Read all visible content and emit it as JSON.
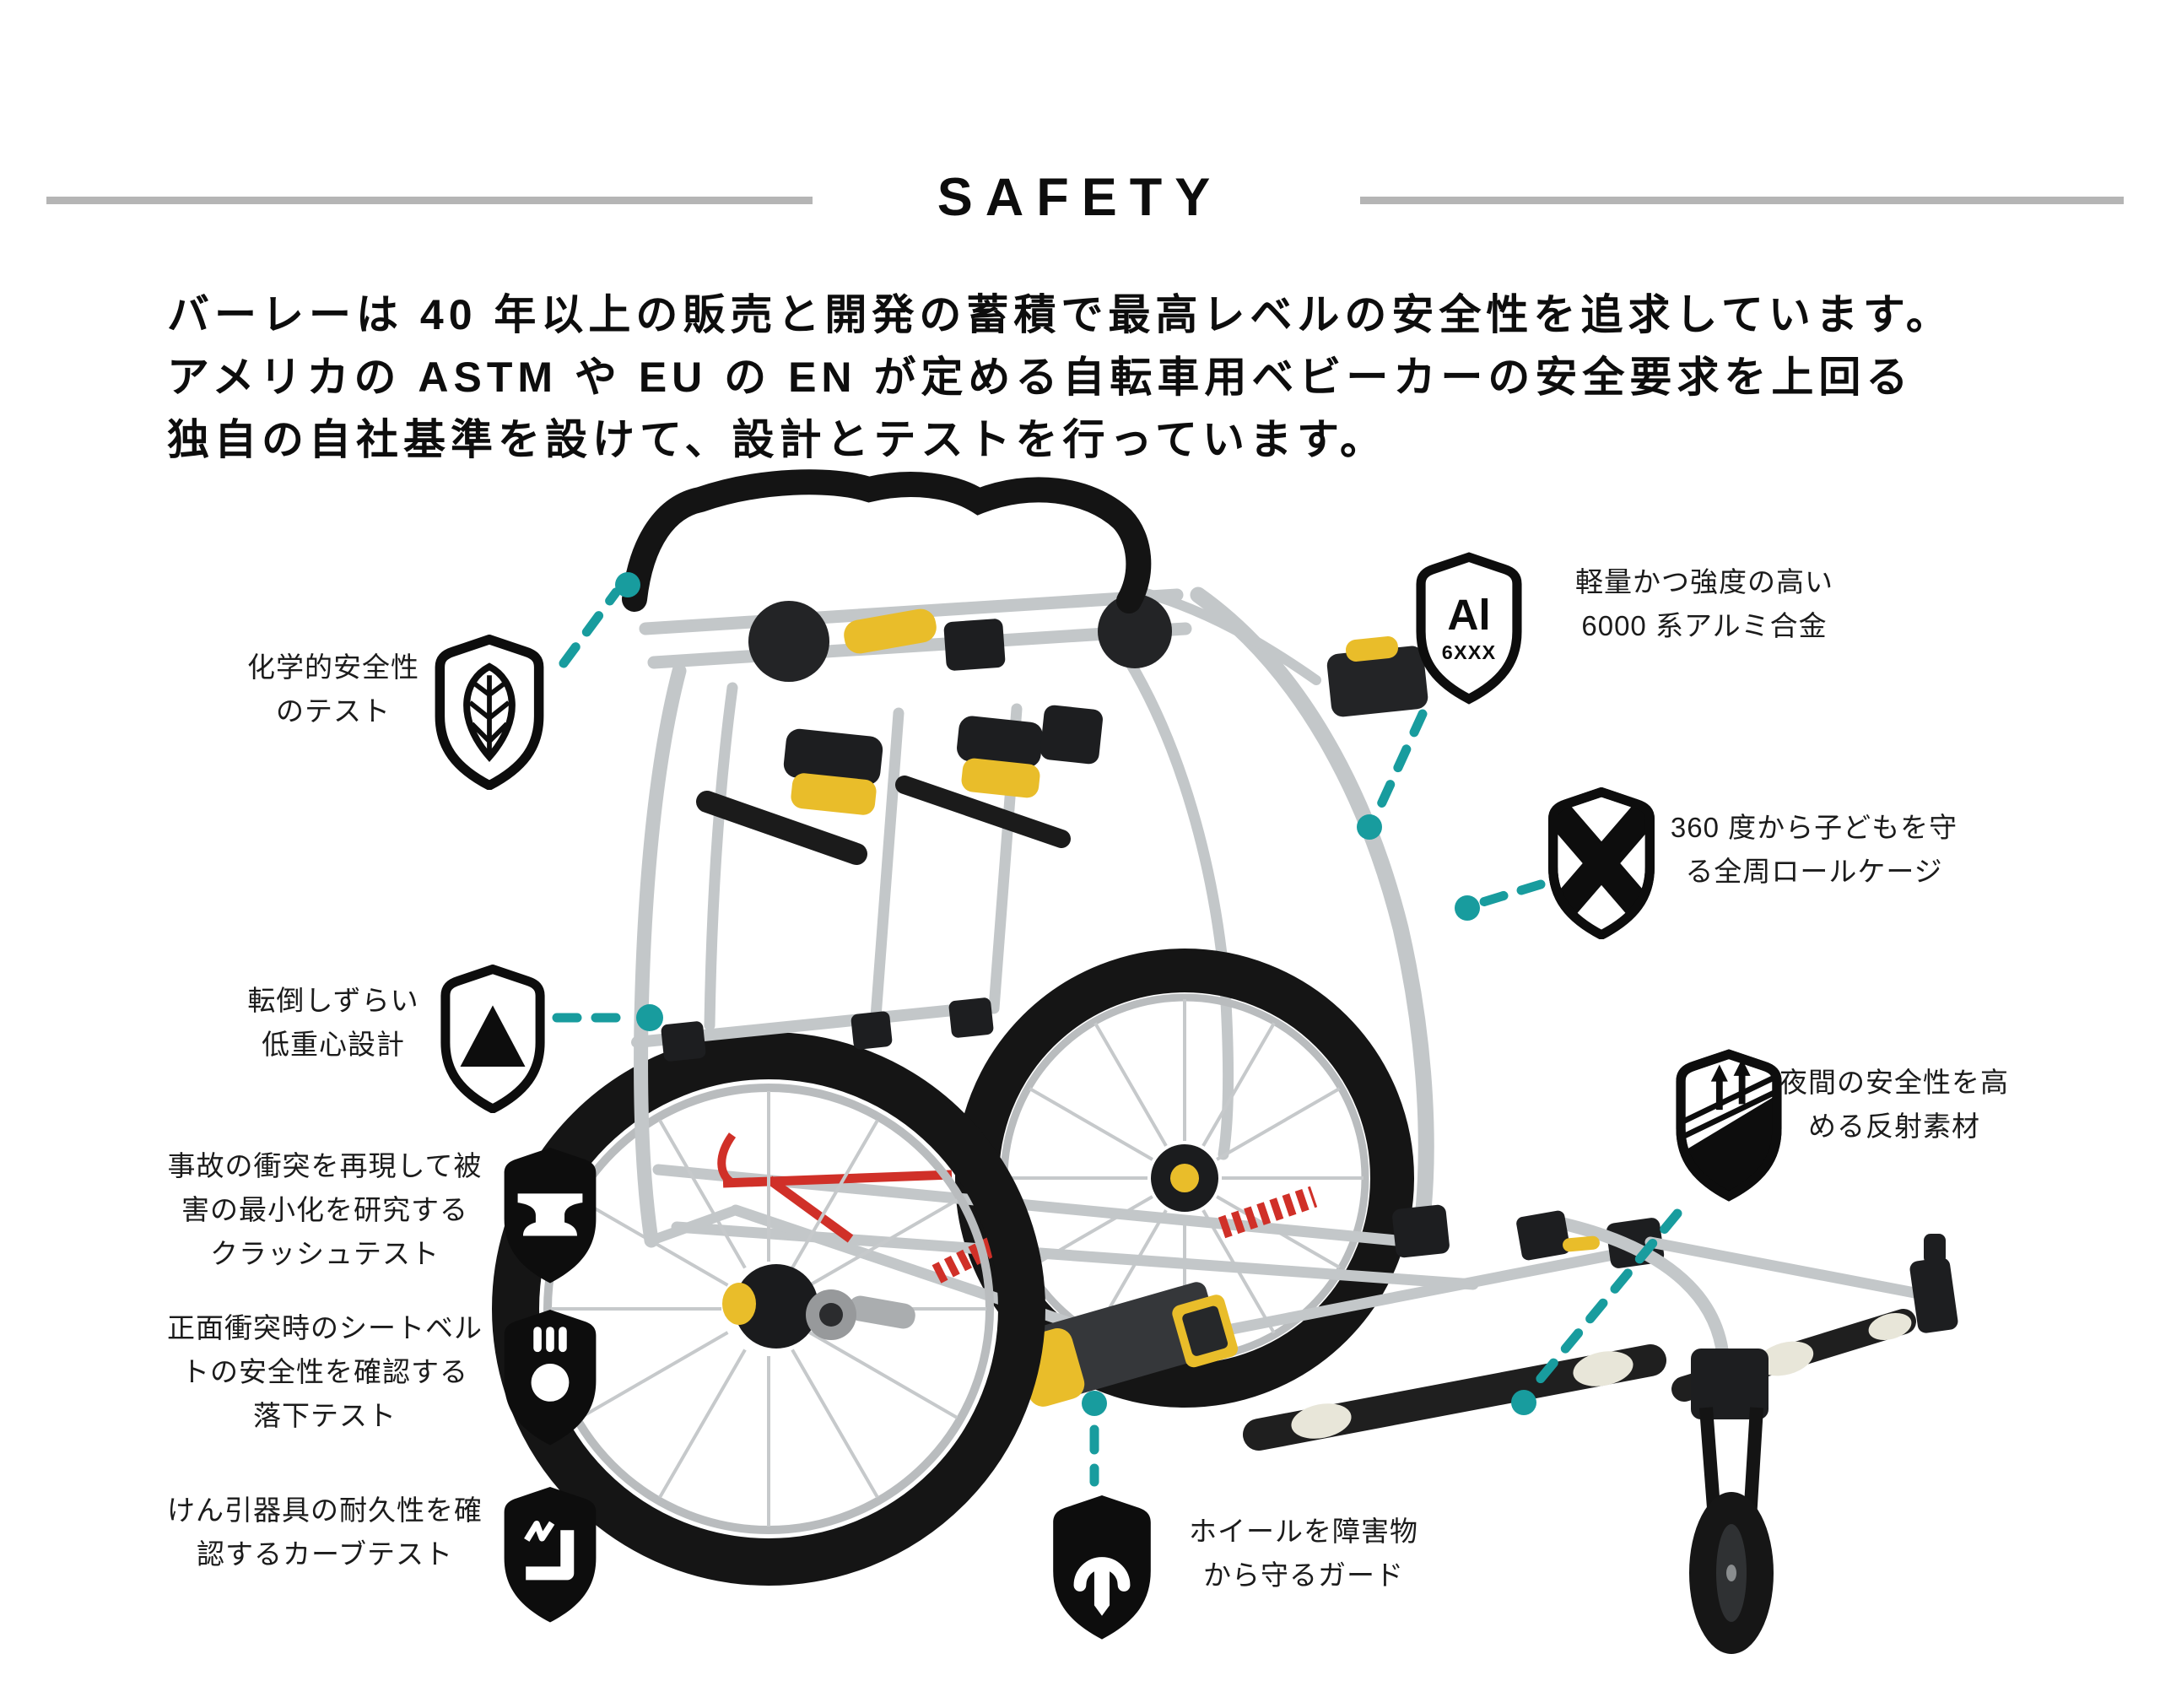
{
  "page": {
    "title_text": "SAFETY"
  },
  "intro": {
    "line1": "バーレーは 40 年以上の販売と開発の蓄積で最高レベルの安全性を追求しています。",
    "line2": "アメリカの ASTM や EU の EN が定める自転車用ベビーカーの安全要求を上回る",
    "line3": "独自の自社基準を設けて、設計とテストを行っています。"
  },
  "callouts": {
    "chemical": {
      "icon": "leaf-shield-icon",
      "line1": "化学的安全性",
      "line2": "のテスト"
    },
    "low_cg": {
      "icon": "triangle-shield-icon",
      "line1": "転倒しずらい",
      "line2": "低重心設計"
    },
    "crash": {
      "icon": "anvil-shield-icon",
      "line1": "事故の衝突を再現して被",
      "line2": "害の最小化を研究する",
      "line3": "クラッシュテスト"
    },
    "drop": {
      "icon": "falling-ball-shield-icon",
      "line1": "正面衝突時のシートベル",
      "line2": "トの安全性を確認する",
      "line3": "落下テスト"
    },
    "curb": {
      "icon": "curb-shield-icon",
      "line1": "けん引器具の耐久性を確",
      "line2": "認するカーブテスト"
    },
    "aluminum": {
      "icon": "aluminum-shield-icon",
      "badge": "Al",
      "badge_sub": "6XXX",
      "line1": "軽量かつ強度の高い",
      "line2": "6000 系アルミ合金"
    },
    "rollcage": {
      "icon": "cross-shield-icon",
      "line1": "360 度から子どもを守",
      "line2": "る全周ロールケージ"
    },
    "reflective": {
      "icon": "reflector-shield-icon",
      "line1": "夜間の安全性を高",
      "line2": "める反射素材"
    },
    "wheel_guard": {
      "icon": "wheel-arch-shield-icon",
      "line1": "ホイールを障害物",
      "line2": "から守るガード"
    }
  },
  "colors": {
    "accent_teal": "#189c9e",
    "rule_gray": "#b5b5b5",
    "frame_silver": "#c3c7c9",
    "accent_yellow": "#e9bd2a",
    "spring_red": "#d03028",
    "tire_black": "#151515",
    "reflector_cream": "#e8e6d9"
  }
}
